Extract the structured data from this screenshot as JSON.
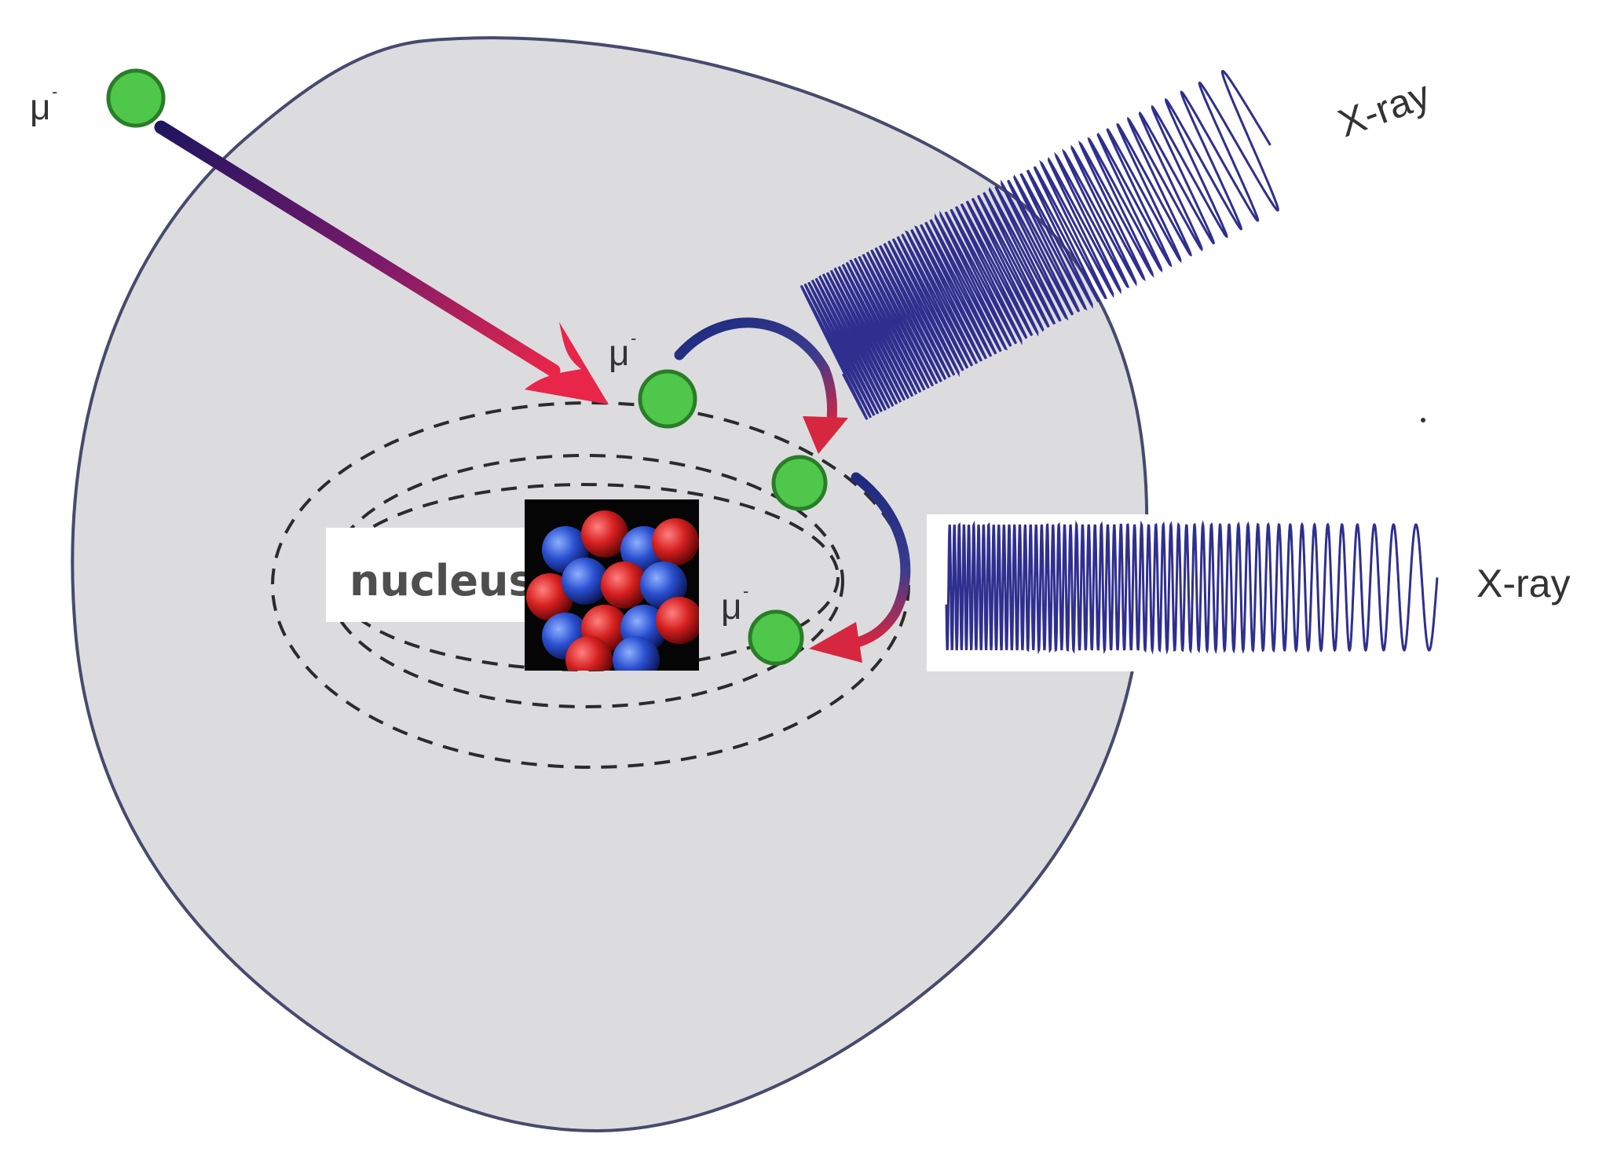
{
  "labels": {
    "muon": "μ",
    "muon_charge": "-",
    "nucleus": "nucleus",
    "xray_upper": "X-ray",
    "xray_lower": "X-ray"
  },
  "colors": {
    "atom_fill": "#dcdcde",
    "atom_outline": "#474a6e",
    "muon_fill": "#4fc74a",
    "muon_outline": "#2a7d28",
    "incoming_arrow_start": "#1f1560",
    "incoming_arrow_end": "#e8264a",
    "transition_arrow_start": "#1d2a7e",
    "transition_arrow_end": "#d7263f",
    "xray_wave": "#2f2f8f",
    "orbit_line": "#2b2b2b"
  },
  "icons": {
    "muon": "green-circle",
    "nucleus": "proton-neutron-cluster"
  }
}
